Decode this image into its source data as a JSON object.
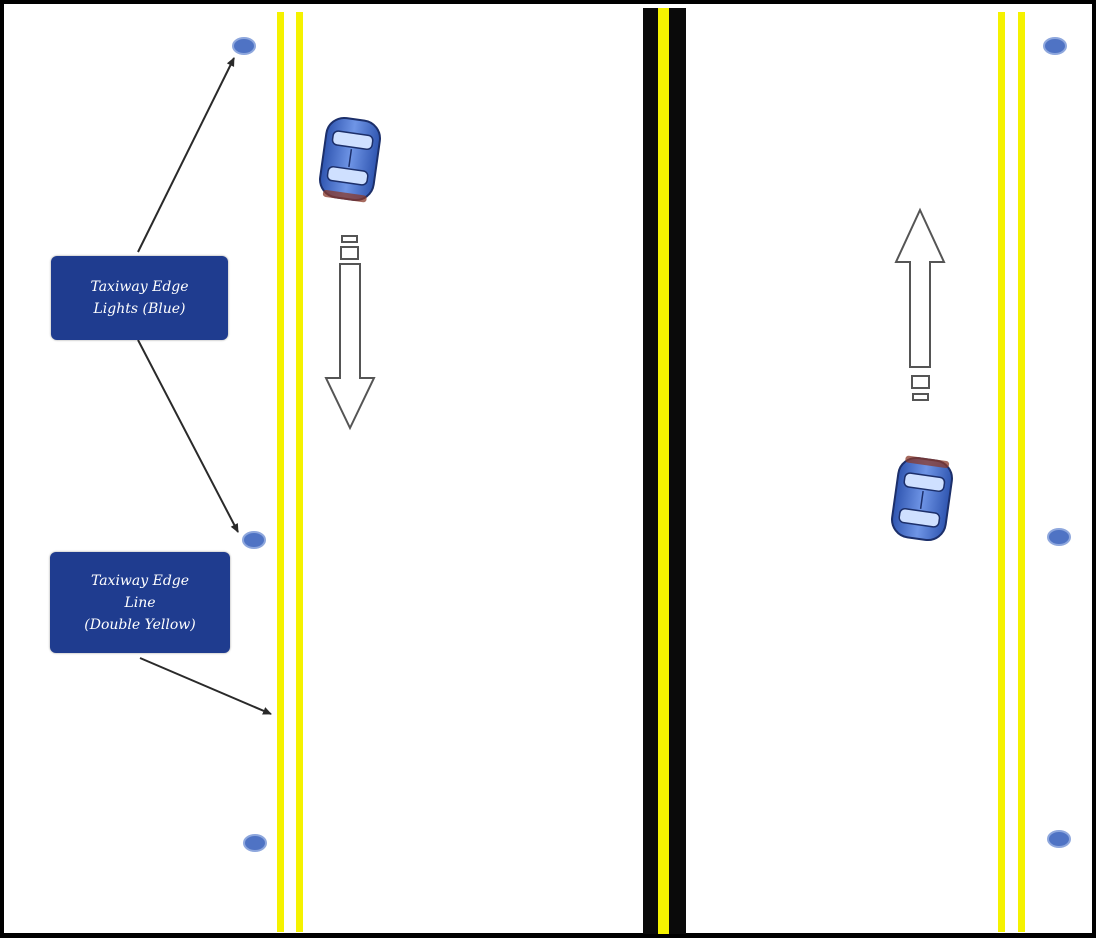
{
  "labels": {
    "edge_lights": {
      "line1": "Taxiway Edge",
      "line2": "Lights (Blue)"
    },
    "edge_line": {
      "line1": "Taxiway Edge",
      "line2": "Line",
      "line3": "(Double Yellow)"
    }
  },
  "colors": {
    "edge_line_yellow": "#f5f200",
    "centerline_black": "#0a0a0a",
    "centerline_yellow": "#f5f200",
    "edge_light_blue": "#4f73c4",
    "label_box_blue": "#1f3c8f",
    "vehicle_blue": "#3f6fd0"
  },
  "icons": {
    "vehicles": [
      "car-icon",
      "car-icon"
    ],
    "direction_arrows": [
      "arrow-down-icon",
      "arrow-up-icon"
    ]
  }
}
